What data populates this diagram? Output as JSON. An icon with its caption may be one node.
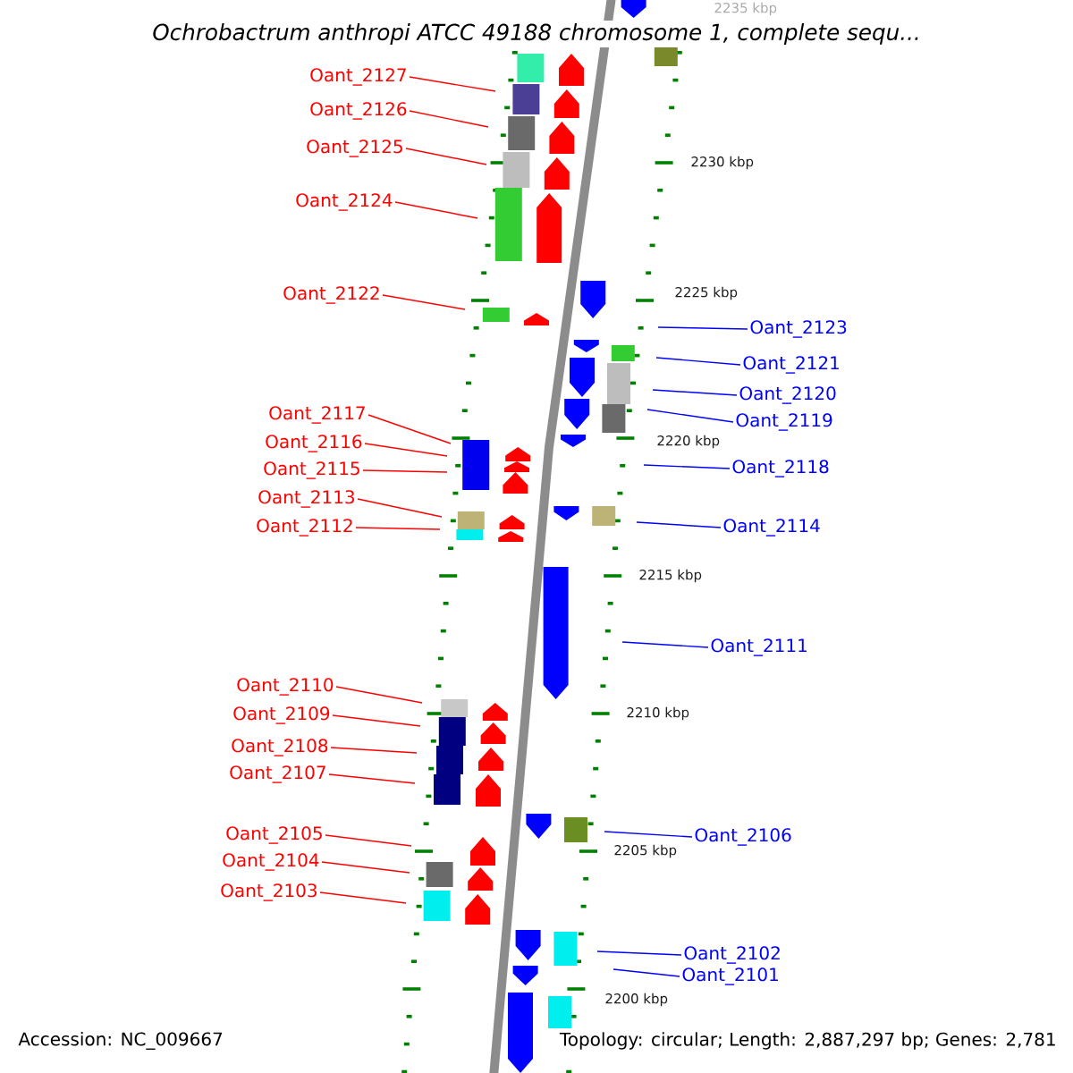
{
  "diagram": {
    "title": "Ochrobactrum anthropi ATCC 49188 chromosome 1, complete sequ...",
    "nodes": [
      {
        "text": [
          "Oant_2127"
        ]
      },
      {
        "text": [
          "Oant_2126"
        ]
      },
      {
        "text": [
          "Oant_2125"
        ]
      },
      {
        "text": [
          "Oant_2124"
        ]
      },
      {
        "text": [
          "Oant_2122"
        ]
      },
      {
        "text": [
          "Oant_2123"
        ]
      },
      {
        "text": [
          "Oant_2121"
        ]
      },
      {
        "text": [
          "Oant_2120"
        ]
      },
      {
        "text": [
          "Oant_2117"
        ]
      },
      {
        "text": [
          "Oant_2119"
        ]
      },
      {
        "text": [
          "Oant_2116"
        ]
      },
      {
        "text": [
          "Oant_2118"
        ]
      },
      {
        "text": [
          "Oant_2115"
        ]
      },
      {
        "text": [
          "Oant_2113"
        ]
      },
      {
        "text": [
          "Oant_2112"
        ]
      },
      {
        "text": [
          "Oant_2114"
        ]
      },
      {
        "text": [
          "Oant_2111"
        ]
      },
      {
        "text": [
          "Oant_2110"
        ]
      },
      {
        "text": [
          "Oant_2109"
        ]
      },
      {
        "text": [
          "Oant_2108"
        ]
      },
      {
        "text": [
          "Oant_2107"
        ]
      },
      {
        "text": [
          "Oant_2105"
        ]
      },
      {
        "text": [
          "Oant_2106"
        ]
      },
      {
        "text": [
          "Oant_2104"
        ]
      },
      {
        "text": [
          "Oant_2103"
        ]
      },
      {
        "text": [
          "Oant_2102"
        ]
      },
      {
        "text": [
          "Oant_2101"
        ]
      }
    ],
    "edges": [
      {
        "from": 0,
        "to": null,
        "arrow": "none"
      },
      {
        "from": 1,
        "to": null,
        "arrow": "none"
      },
      {
        "from": 2,
        "to": null,
        "arrow": "none"
      },
      {
        "from": 3,
        "to": null,
        "arrow": "none"
      },
      {
        "from": 4,
        "to": null,
        "arrow": "none"
      },
      {
        "from": 5,
        "to": null,
        "arrow": "none",
        "color": "#0000ff"
      },
      {
        "from": 6,
        "to": null,
        "arrow": "none",
        "color": "#0000ff"
      },
      {
        "from": 7,
        "to": null,
        "arrow": "none",
        "color": "#0000ff"
      },
      {
        "from": 8,
        "to": null,
        "arrow": "none"
      },
      {
        "from": 9,
        "to": null,
        "arrow": "none",
        "color": "#0000ff"
      },
      {
        "from": 10,
        "to": null,
        "arrow": "none"
      },
      {
        "from": 11,
        "to": null,
        "arrow": "none",
        "color": "#0000ff"
      },
      {
        "from": 12,
        "to": null,
        "arrow": "none"
      },
      {
        "from": 13,
        "to": null,
        "arrow": "none"
      },
      {
        "from": 14,
        "to": null,
        "arrow": "none"
      },
      {
        "from": 15,
        "to": null,
        "arrow": "none",
        "color": "#0000ff"
      },
      {
        "from": 16,
        "to": null,
        "arrow": "none",
        "color": "#0000ff"
      },
      {
        "from": 17,
        "to": null,
        "arrow": "none"
      },
      {
        "from": 18,
        "to": null,
        "arrow": "none"
      },
      {
        "from": 19,
        "to": null,
        "arrow": "none"
      },
      {
        "from": 20,
        "to": null,
        "arrow": "none"
      },
      {
        "from": 21,
        "to": null,
        "arrow": "none"
      },
      {
        "from": 22,
        "to": null,
        "arrow": "none",
        "color": "#0000ff"
      },
      {
        "from": 23,
        "to": null,
        "arrow": "none"
      },
      {
        "from": 24,
        "to": null,
        "arrow": "none"
      },
      {
        "from": 25,
        "to": null,
        "arrow": "none",
        "color": "#0000ff"
      },
      {
        "from": 26,
        "to": null,
        "arrow": "none",
        "color": "#0000ff"
      }
    ],
    "labels": [
      "2235 kbp",
      "2230 kbp",
      "2225 kbp",
      "2220 kbp",
      "2215 kbp",
      "2210 kbp",
      "2205 kbp",
      "2200 kbp",
      "Accession: NC_009667",
      "Topology: circular; Length: 2,887,297 bp; Genes: 2,781"
    ]
  }
}
